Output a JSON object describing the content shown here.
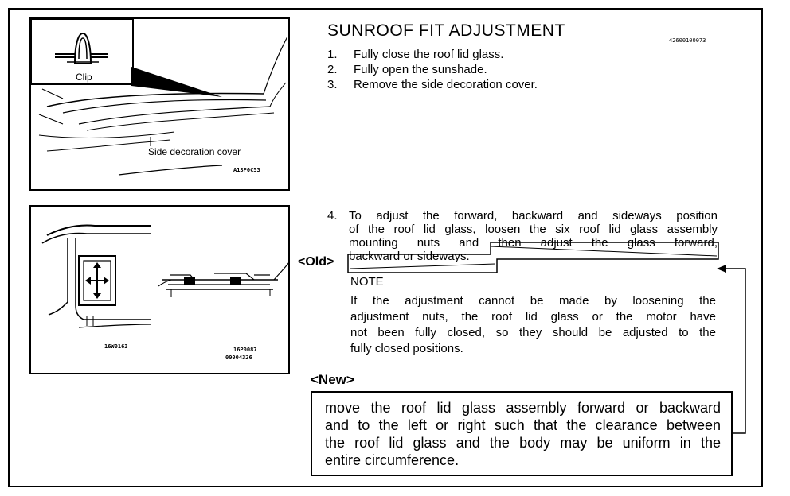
{
  "heading": {
    "title": "SUNROOF FIT ADJUSTMENT",
    "code": "42600100073"
  },
  "steps": [
    {
      "num": "1.",
      "text": "Fully close the roof lid glass."
    },
    {
      "num": "2.",
      "text": "Fully open the sunshade."
    },
    {
      "num": "3.",
      "text": "Remove the side decoration cover."
    }
  ],
  "step4": {
    "num": "4.",
    "lines": [
      "To adjust the forward, backward and sideways position",
      "of the roof lid glass, loosen the six roof lid glass assembly",
      "mounting nuts and then adjust the glass forward,",
      "backward or sideways."
    ]
  },
  "old_label": "<Old>",
  "note": {
    "heading": "NOTE",
    "lines": [
      "If the adjustment cannot be made by loosening the",
      "adjustment nuts, the roof lid glass or the motor have",
      "not been fully closed, so they should be adjusted to the",
      "fully closed positions."
    ]
  },
  "new_label": "<New>",
  "new_text": {
    "lines": [
      "move the roof lid glass assembly forward or backward",
      "and to the left or right such that the clearance between",
      "the roof lid glass and the body may be uniform in the",
      "entire circumference."
    ]
  },
  "figure1": {
    "clip_label": "Clip",
    "cover_label": "Side decoration cover",
    "code": "A1SP0C53"
  },
  "figure2": {
    "code_left": "16W0163",
    "code_right_1": "16P0087",
    "code_right_2": "00004326"
  }
}
